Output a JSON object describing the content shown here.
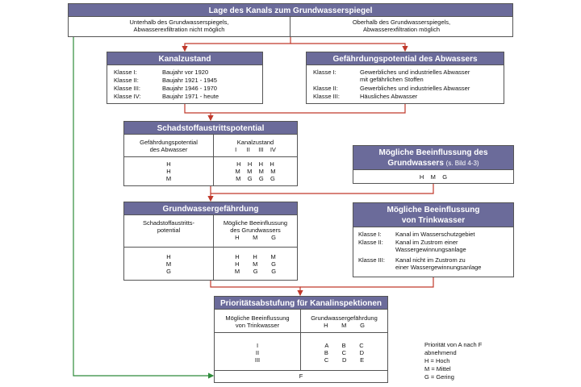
{
  "lage": {
    "title": "Lage des Kanals zum Grundwasserspiegel",
    "left": "Unterhalb des Grundwasserspiegels,\nAbwasserexfiltration nicht möglich",
    "right": "Oberhalb des Grundwasserspiegels,\nAbwasserexfiltration möglich"
  },
  "kanalzustand": {
    "title": "Kanalzustand",
    "rows": [
      {
        "k": "Klasse I:",
        "v": "Baujahr vor 1920"
      },
      {
        "k": "Klasse II:",
        "v": "Baujahr 1921 - 1945"
      },
      {
        "k": "Klasse III:",
        "v": "Baujahr 1946 - 1970"
      },
      {
        "k": "Klasse IV:",
        "v": "Baujahr 1971 - heute"
      }
    ]
  },
  "gefaehrdung": {
    "title": "Gefährdungspotential des Abwassers",
    "rows": [
      {
        "k": "Klasse I:",
        "v": "Gewerbliches und industrielles Abwasser\nmit gefährlichen Stoffen"
      },
      {
        "k": "Klasse II:",
        "v": "Gewerbliches und industrielles Abwasser"
      },
      {
        "k": "Klasse III:",
        "v": "Häusliches Abwasser"
      }
    ]
  },
  "schadstoff": {
    "title": "Schadstoffaustrittspotential",
    "col1_head": "Gefährdungspotential\ndes Abwasser",
    "col2_head": "Kanalzustand\nI      II     III    IV",
    "col1_vals": "H\nH\nM",
    "col2_vals": "H    H    H    H\nM    M    M    M\nM    G    G    G"
  },
  "beeinflussung_gw": {
    "title": "Mögliche Beeinflussung des Grundwassers",
    "ref": "(s. Bild 4-3)",
    "vals": "H    M    G"
  },
  "grundwassergefaehrdung": {
    "title": "Grundwassergefährdung",
    "col1_head": "Schadstoffaustritts-\npotential",
    "col2_head": "Mögliche Beeinflussung\ndes Grundwassers\nH        M        G",
    "col1_vals": "H\nM\nG",
    "col2_vals": "H        H        M\nH        M        G\nM        G        G"
  },
  "trinkwasser": {
    "title": "Mögliche Beeinflussung\nvon Trinkwasser",
    "rows": [
      {
        "k": "Klasse I:",
        "v": "Kanal im Wasserschutzgebiet"
      },
      {
        "k": "Klasse II:",
        "v": "Kanal im Zustrom einer\nWassergewinnungsanlage"
      },
      {
        "k": "Klasse III:",
        "v": "Kanal nicht im Zustrom zu\neiner Wassergewinnungsanlage"
      }
    ]
  },
  "prioritaet": {
    "title": "Prioritätsabstufung für Kanalinspektionen",
    "col1_head": "Mögliche Beeinflussung\nvon Trinkwasser",
    "col2_head": "Grundwassergefährdung\nH        M        G",
    "col1_vals": "I\nII\nIII",
    "col2_vals": "A        B        C\nB        C        D\nC        D        E",
    "bottom": "F"
  },
  "legende": "Priorität von A nach F\nabnehmend\nH = Hoch\nM = Mittel\nG = Gering",
  "colors": {
    "header": "#6b6b9a",
    "arrow_red": "#c0392b",
    "arrow_green": "#2e8b3a"
  }
}
